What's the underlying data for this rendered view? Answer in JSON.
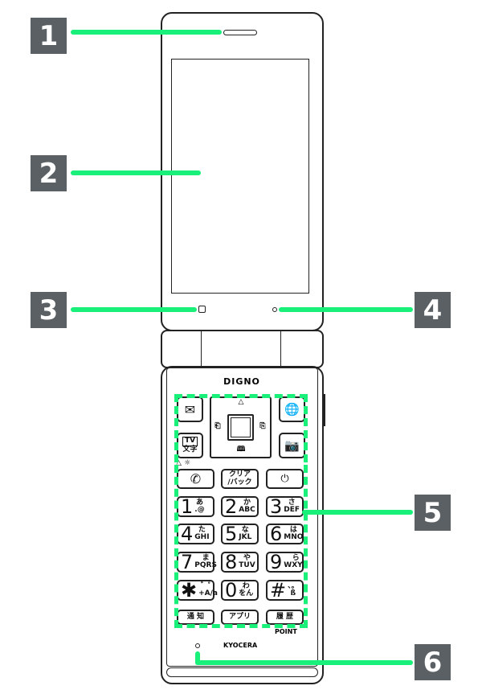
{
  "callouts": [
    "1",
    "2",
    "3",
    "4",
    "5",
    "6"
  ],
  "brand": "DIGNO",
  "maker": "KYOCERA",
  "point_label": "POINT",
  "keys": {
    "mail": "✉",
    "tv": "TV",
    "tv_sub": "文字",
    "tv_below": "△ ☼",
    "web": "🌐",
    "camera": "📷",
    "dpad_up": "△",
    "dpad_left": "⎗",
    "dpad_right": "⎘",
    "dpad_down": "🕮",
    "clear_top": "クリア",
    "clear_bottom": "/バック",
    "call": "✆",
    "end": "⏻",
    "digits": [
      {
        "n": "1",
        "k": "あ",
        "a": ".@"
      },
      {
        "n": "2",
        "k": "か",
        "a": "ABC"
      },
      {
        "n": "3",
        "k": "さ",
        "a": "DEF"
      },
      {
        "n": "4",
        "k": "た",
        "a": "GHI"
      },
      {
        "n": "5",
        "k": "な",
        "a": "JKL"
      },
      {
        "n": "6",
        "k": "は",
        "a": "MNO"
      },
      {
        "n": "7",
        "k": "ま",
        "a": "PQRS"
      },
      {
        "n": "8",
        "k": "や",
        "a": "TUV"
      },
      {
        "n": "9",
        "k": "ら",
        "a": "WXYZ"
      },
      {
        "n": "✱",
        "k": "゛゜",
        "a": "+A/a"
      },
      {
        "n": "0",
        "k": "わ",
        "a": "をん"
      },
      {
        "n": "#",
        "k": "、。",
        "a": "ß"
      }
    ],
    "notify": "通 知",
    "apps": "アプリ",
    "history": "履 歴"
  }
}
